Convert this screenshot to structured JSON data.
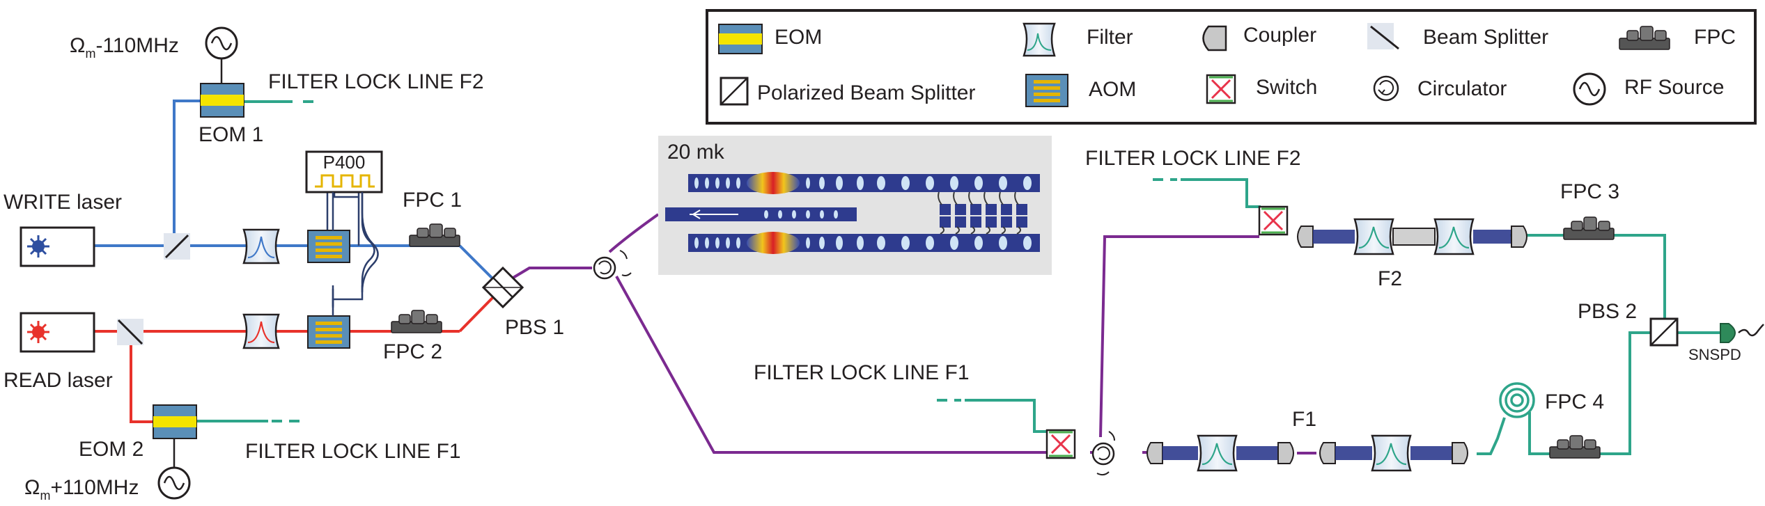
{
  "legend": {
    "eom": "EOM",
    "filter": "Filter",
    "coupler": "Coupler",
    "beam_splitter": "Beam Splitter",
    "fpc": "FPC",
    "pbs": "Polarized Beam Splitter",
    "aom": "AOM",
    "switch": "Switch",
    "circulator": "Circulator",
    "rf_source": "RF Source"
  },
  "labels": {
    "omega_sym": "Ω",
    "omega_sub": "m",
    "rf_top_suffix": "-110MHz",
    "rf_bottom_suffix": "+110MHz",
    "eom1": "EOM 1",
    "eom2": "EOM 2",
    "filter_lock_f2": "FILTER LOCK LINE F2",
    "filter_lock_f1": "FILTER LOCK LINE F1",
    "write_laser": "WRITE laser",
    "read_laser": "READ laser",
    "p400": "P400",
    "fpc1": "FPC 1",
    "fpc2": "FPC 2",
    "fpc3": "FPC 3",
    "fpc4": "FPC 4",
    "pbs1": "PBS 1",
    "pbs2": "PBS 2",
    "temp": "20 mk",
    "f1": "F1",
    "f2": "F2",
    "snspd": "SNSPD"
  },
  "colors": {
    "write_beam": "#3f78c8",
    "read_beam": "#e8322b",
    "signal": "#7b2a90",
    "lock": "#2ea58a",
    "eom_fill": "#5a8fb8",
    "eom_stripe": "#f4e400",
    "aom_stripe": "#e5b500",
    "switch_x": "#e8334a",
    "switch_bar": "#4caf50",
    "panel": "#e3e3e3",
    "outline": "#231f20"
  }
}
